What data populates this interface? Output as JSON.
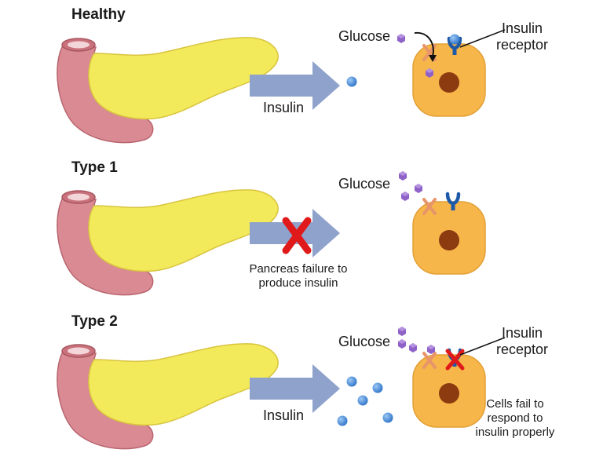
{
  "panels": [
    {
      "title": "Healthy",
      "arrow_label": "Insulin",
      "glucose_label": "Glucose",
      "receptor_label": [
        "Insulin",
        "receptor"
      ]
    },
    {
      "title": "Type 1",
      "arrow_label": [
        "Pancreas failure to",
        "produce insulin"
      ],
      "glucose_label": "Glucose"
    },
    {
      "title": "Type 2",
      "arrow_label": "Insulin",
      "glucose_label": "Glucose",
      "receptor_label": [
        "Insulin",
        "receptor"
      ],
      "cell_note": [
        "Cells fail to",
        "respond to",
        "insulin properly"
      ]
    }
  ],
  "colors": {
    "pancreas_body": "#f2ea5a",
    "pancreas_duct": "#d98a92",
    "arrow": "#8fa2cc",
    "cell": "#f7b64a",
    "nucleus": "#8c3a10",
    "insulin": "#3f86d8",
    "glucose": "#8f62c8",
    "receptor": "#1f5aa8",
    "transporter": "#e8956a",
    "failure_x": "#e01a1a"
  },
  "icons": [
    "pancreas-icon",
    "arrow-icon",
    "cell-icon",
    "insulin-receptor-icon",
    "glucose-molecule-icon",
    "insulin-molecule-icon",
    "failure-x-icon"
  ]
}
